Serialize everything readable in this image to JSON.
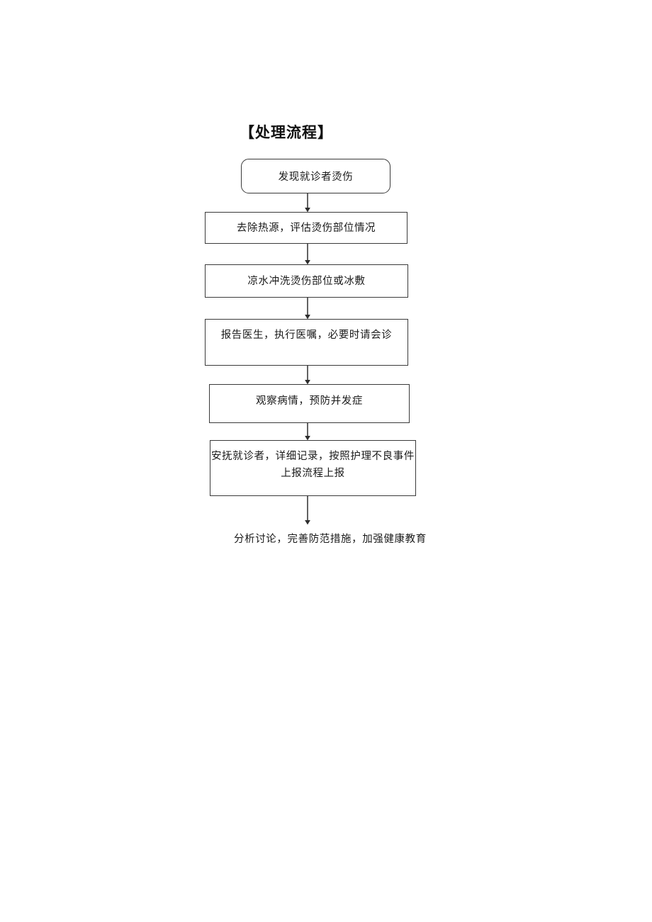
{
  "document": {
    "title": "【处理流程】",
    "background_color": "#ffffff",
    "line_color": "#3a3a3a",
    "text_color": "#1a1a1a"
  },
  "flowchart": {
    "type": "flowchart",
    "orientation": "top-to-bottom",
    "nodes": [
      {
        "id": "n1",
        "shape": "rounded-rectangle",
        "label": "发现就诊者烫伤"
      },
      {
        "id": "n2",
        "shape": "rectangle",
        "label": "去除热源，评估烫伤部位情况"
      },
      {
        "id": "n3",
        "shape": "rectangle",
        "label": "凉水冲洗烫伤部位或冰敷"
      },
      {
        "id": "n4",
        "shape": "rectangle",
        "label": "报告医生，执行医嘱，必要时请会诊"
      },
      {
        "id": "n5",
        "shape": "rectangle",
        "label": "观察病情，预防并发症"
      },
      {
        "id": "n6",
        "shape": "rectangle",
        "label": "安抚就诊者，详细记录，按照护理不良事件\n上报流程上报"
      },
      {
        "id": "n7",
        "shape": "text",
        "label": "分析讨论，完善防范措施，加强健康教育"
      }
    ],
    "edges": [
      {
        "from": "n1",
        "to": "n2",
        "arrow": "down"
      },
      {
        "from": "n2",
        "to": "n3",
        "arrow": "down"
      },
      {
        "from": "n3",
        "to": "n4",
        "arrow": "down"
      },
      {
        "from": "n4",
        "to": "n5",
        "arrow": "down"
      },
      {
        "from": "n5",
        "to": "n6",
        "arrow": "down"
      },
      {
        "from": "n6",
        "to": "n7",
        "arrow": "down"
      }
    ]
  }
}
